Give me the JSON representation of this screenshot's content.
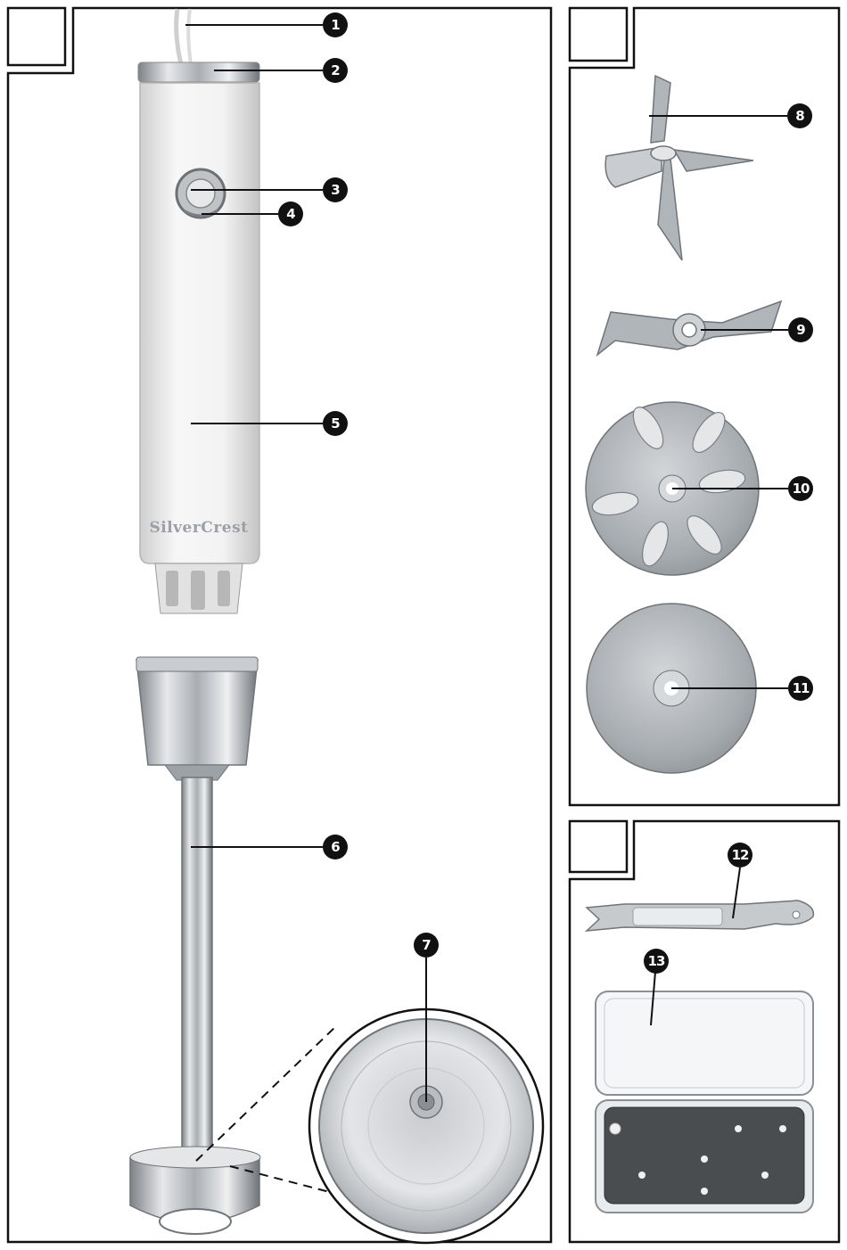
{
  "brand": "SilverCrest",
  "colors": {
    "frame": "#111111",
    "badge": "#111111",
    "steel_light": "#d9dcdf",
    "steel_dark": "#8c9196",
    "plastic": "#f1f1f1"
  },
  "callouts": [
    {
      "label": "1",
      "part": "cord"
    },
    {
      "label": "2",
      "part": "speed-dial"
    },
    {
      "label": "3",
      "part": "switch-button"
    },
    {
      "label": "4",
      "part": "turbo-button"
    },
    {
      "label": "5",
      "part": "motor-unit"
    },
    {
      "label": "6",
      "part": "blender-shaft"
    },
    {
      "label": "7",
      "part": "blade-hub"
    },
    {
      "label": "8",
      "part": "cross-blade"
    },
    {
      "label": "9",
      "part": "chopping-blade"
    },
    {
      "label": "10",
      "part": "grating-disc"
    },
    {
      "label": "11",
      "part": "frothing-disc"
    },
    {
      "label": "12",
      "part": "blade-key"
    },
    {
      "label": "13",
      "part": "storage-box"
    }
  ]
}
